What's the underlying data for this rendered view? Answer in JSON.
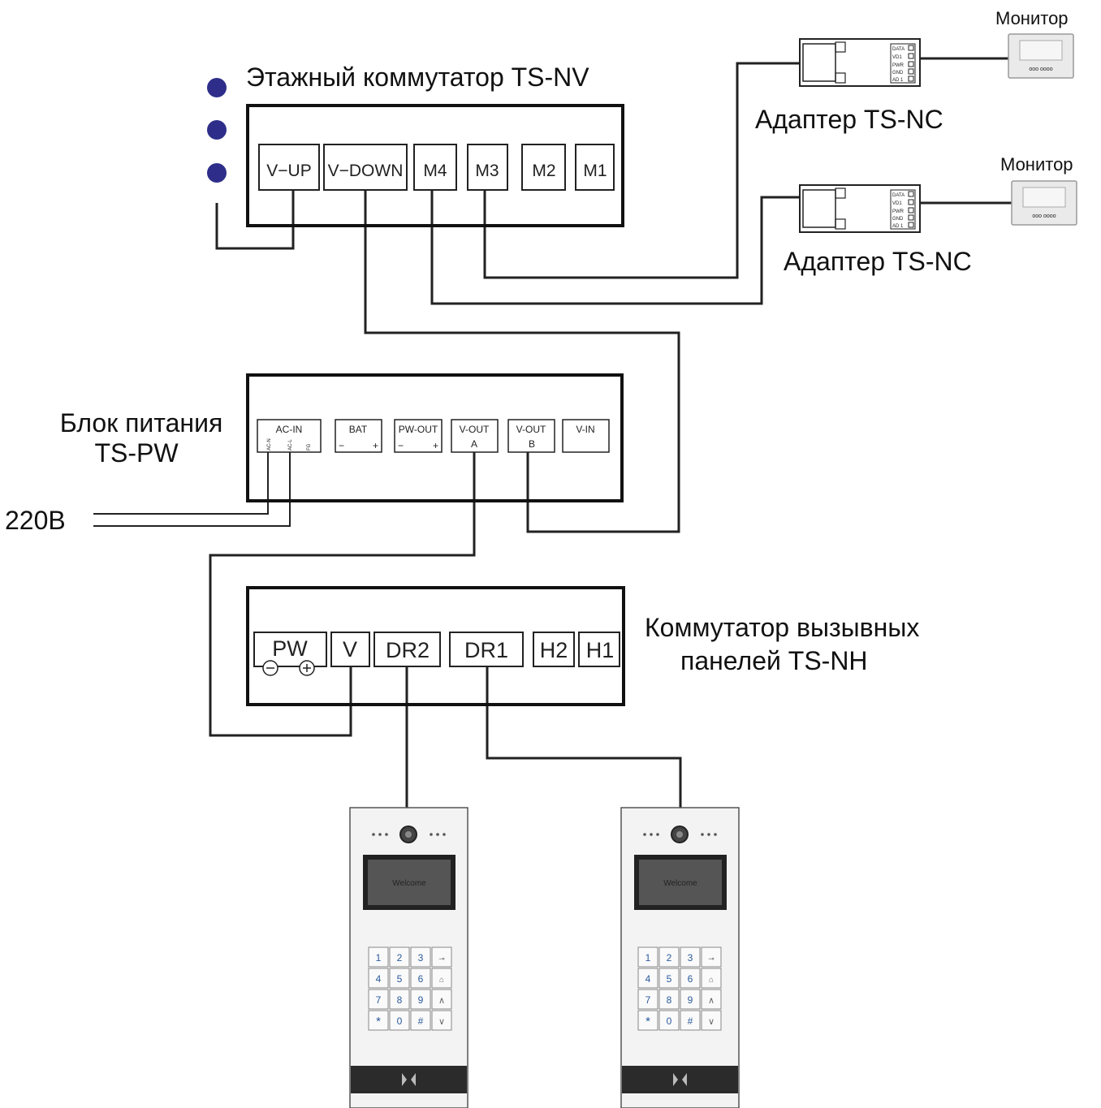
{
  "floor_switch": {
    "title": "Этажный коммутатор TS-NV",
    "terminals": [
      "V−UP",
      "V−DOWN",
      "M4",
      "M3",
      "M2",
      "M1"
    ]
  },
  "adapter": {
    "label": "Адаптер TS-NC",
    "pins": [
      "DATA",
      "VD1",
      "PWR",
      "GND",
      "AD 1"
    ]
  },
  "monitor": {
    "label": "Монитор",
    "buttons": "ooo oooo"
  },
  "power_supply": {
    "title_line1": "Блок питания",
    "title_line2": "TS-PW",
    "terminals": [
      {
        "name": "AC-IN",
        "sub": ""
      },
      {
        "name": "BAT",
        "sub": ""
      },
      {
        "name": "PW-OUT",
        "sub": ""
      },
      {
        "name": "V-OUT",
        "sub": "A"
      },
      {
        "name": "V-OUT",
        "sub": "B"
      },
      {
        "name": "V-IN",
        "sub": ""
      }
    ],
    "acin_pins": [
      "AC-N",
      "AC-L",
      "FG"
    ],
    "minus": "−",
    "plus": "+"
  },
  "mains": {
    "label": "220В"
  },
  "panel_switch": {
    "title_line1": "Коммутатор вызывных",
    "title_line2": "панелей TS-NH",
    "terminals": [
      "PW",
      "V",
      "DR2",
      "DR1",
      "H2",
      "H1"
    ]
  },
  "call_panel": {
    "screen_text": "Welcome",
    "keys": [
      "1",
      "2",
      "3",
      "⊸",
      "4",
      "5",
      "6",
      "⌂",
      "7",
      "8",
      "9",
      "∧",
      "*",
      "0",
      "#",
      "∨"
    ]
  }
}
